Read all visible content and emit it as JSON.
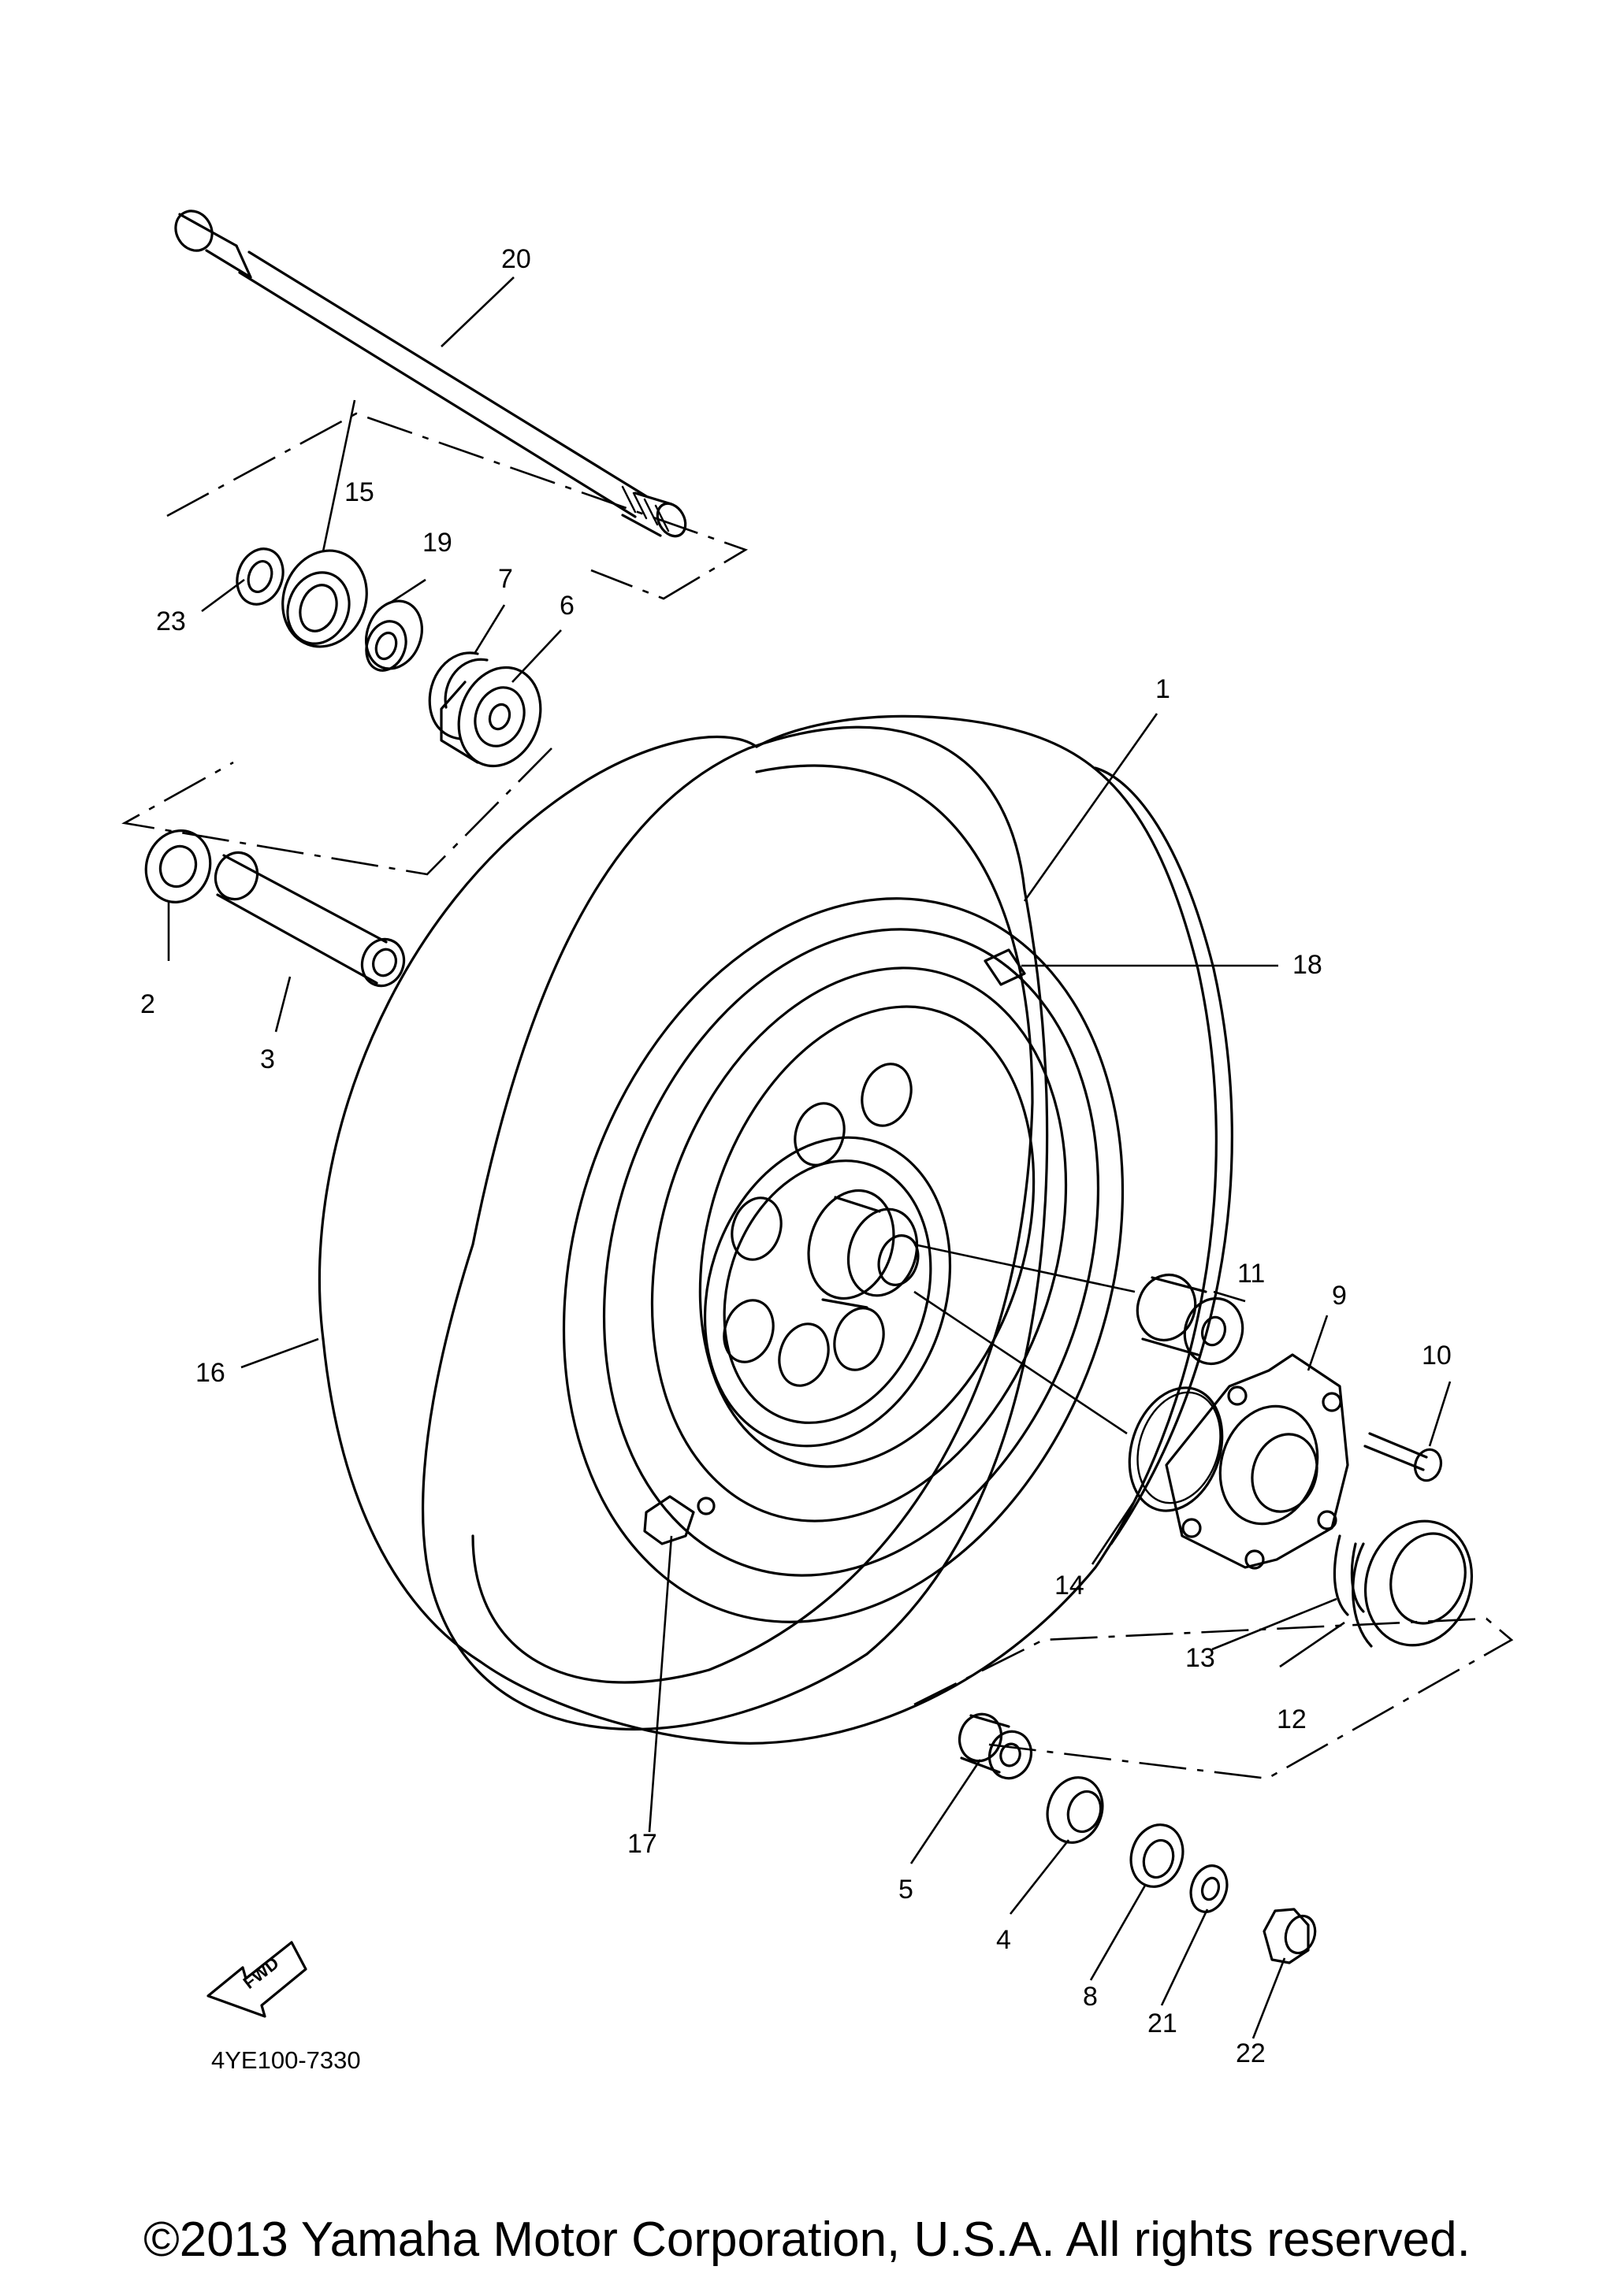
{
  "diagram": {
    "code": "4YE100-7330",
    "fwd_label": "FWD",
    "parts": [
      {
        "key": "p1",
        "number": "1"
      },
      {
        "key": "p2",
        "number": "2"
      },
      {
        "key": "p3",
        "number": "3"
      },
      {
        "key": "p4",
        "number": "4"
      },
      {
        "key": "p5",
        "number": "5"
      },
      {
        "key": "p6",
        "number": "6"
      },
      {
        "key": "p7",
        "number": "7"
      },
      {
        "key": "p8",
        "number": "8"
      },
      {
        "key": "p9",
        "number": "9"
      },
      {
        "key": "p10",
        "number": "10"
      },
      {
        "key": "p11",
        "number": "11"
      },
      {
        "key": "p12",
        "number": "12"
      },
      {
        "key": "p13",
        "number": "13"
      },
      {
        "key": "p14",
        "number": "14"
      },
      {
        "key": "p15",
        "number": "15"
      },
      {
        "key": "p16",
        "number": "16"
      },
      {
        "key": "p17",
        "number": "17"
      },
      {
        "key": "p18",
        "number": "18"
      },
      {
        "key": "p19",
        "number": "19"
      },
      {
        "key": "p20",
        "number": "20"
      },
      {
        "key": "p21",
        "number": "21"
      },
      {
        "key": "p22",
        "number": "22"
      },
      {
        "key": "p23",
        "number": "23"
      }
    ]
  },
  "footer": {
    "copyright": "©2013 Yamaha Motor Corporation, U.S.A. All rights reserved."
  }
}
